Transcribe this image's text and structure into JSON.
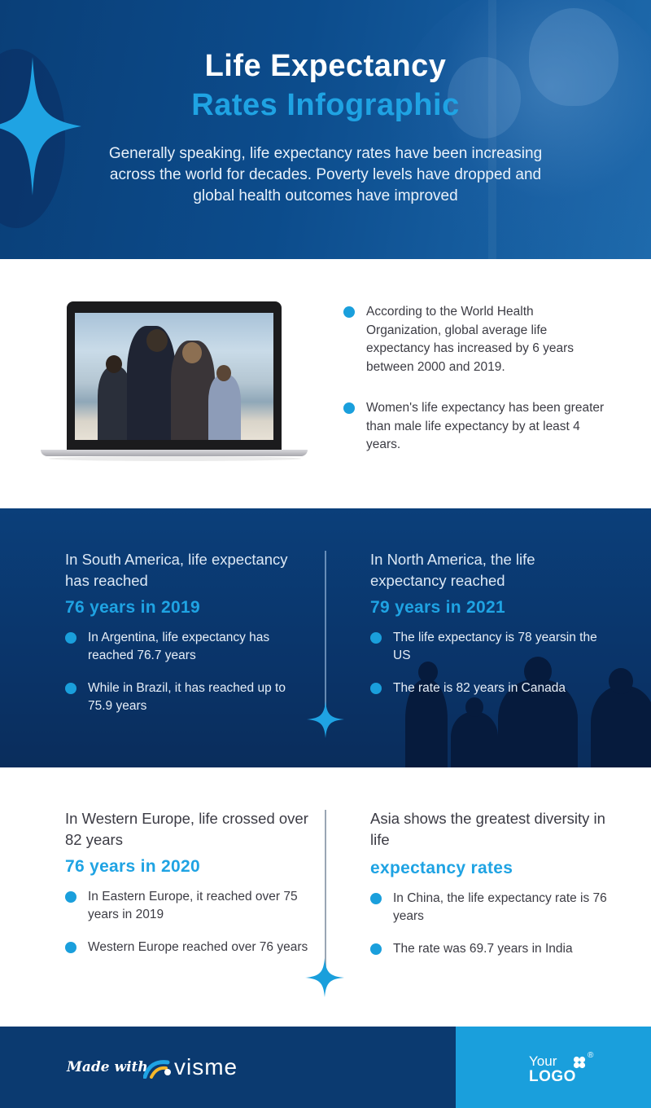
{
  "header": {
    "title_line1": "Life Expectancy",
    "title_line2": "Rates Infographic",
    "subtitle": "Generally speaking, life expectancy rates have been increasing across the world for decades. Poverty levels have dropped and global health outcomes have improved"
  },
  "intro": {
    "bullets": [
      "According to the World Health Organization, global average life expectancy has increased by 6 years between 2000 and 2019.",
      "Women's life expectancy has been greater than male life expectancy by at least 4 years."
    ]
  },
  "americas": {
    "south": {
      "heading": "In South America, life expectancy has reached",
      "highlight": "76 years in 2019",
      "bullets": [
        "In Argentina, life expectancy has reached 76.7 years",
        "While in Brazil, it has reached up to 75.9 years"
      ]
    },
    "north": {
      "heading": "In North America, the life expectancy reached",
      "highlight": "79 years in 2021",
      "bullets": [
        "The life expectancy is 78 yearsin the US",
        "The rate is 82 years in Canada"
      ]
    }
  },
  "eurasia": {
    "europe": {
      "heading": "In Western Europe, life crossed over 82 years",
      "highlight": "76 years in 2020",
      "bullets": [
        "In Eastern Europe, it reached over 75 years in 2019",
        "Western Europe reached over 76 years"
      ]
    },
    "asia": {
      "heading": "Asia shows the greatest diversity in life",
      "highlight": "expectancy rates",
      "bullets": [
        "In China, the life expectancy rate is 76 years",
        "The rate was 69.7 years in India"
      ]
    }
  },
  "footer": {
    "made_with": "Made with",
    "brand": "visme",
    "logo_your": "Your",
    "logo_logo": "LOGO",
    "logo_reg": "®"
  },
  "colors": {
    "accent": "#1fa3e3",
    "navy": "#0b3a70",
    "bullet": "#1a9fdc"
  },
  "icons": {
    "header_sparkle": "sparkle-icon",
    "divider_star": "star-icon",
    "visme": "visme-logo-icon",
    "logo_mark": "clover-icon"
  }
}
